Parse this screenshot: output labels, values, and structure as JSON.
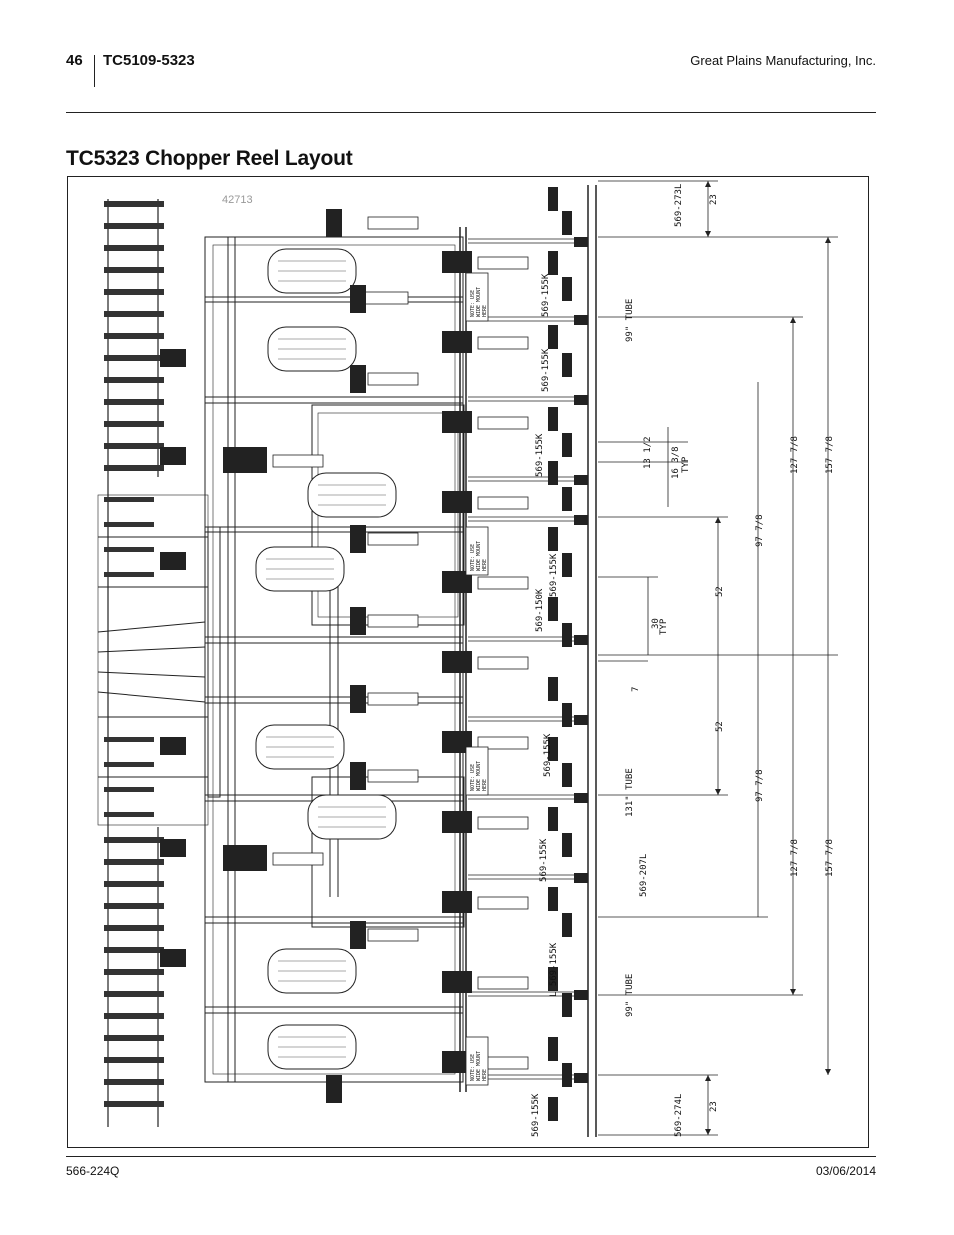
{
  "header": {
    "page_number": "46",
    "model": "TC5109-5323",
    "company": "Great Plains Manufacturing, Inc."
  },
  "title": "TC5323 Chopper Reel Layout",
  "figure": {
    "number": "42713",
    "part_labels": {
      "p273l": "569-273L",
      "p274l": "569-274L",
      "p207l": "569-207L",
      "p150k": "569-150K",
      "p155k": "569-155K",
      "p155k_leader": "L 569-155K"
    },
    "tube_labels": {
      "tube99": "99\" TUBE",
      "tube131": "131\" TUBE"
    },
    "dimensions": {
      "d23": "23",
      "d13_1_2": "13 1/2",
      "d16_3_8": "16 3/8",
      "d30": "30",
      "typ": "TYP",
      "d7": "7",
      "d52": "52",
      "d97_7_8": "97 7/8",
      "d127_7_8": "127 7/8",
      "d157_7_8": "157 7/8"
    },
    "notes": {
      "note_line1": "NOTE: USE",
      "note_line2": "WIDE MOUNT",
      "note_line3": "HERE"
    }
  },
  "footer": {
    "doc_number": "566-224Q",
    "date": "03/06/2014"
  }
}
